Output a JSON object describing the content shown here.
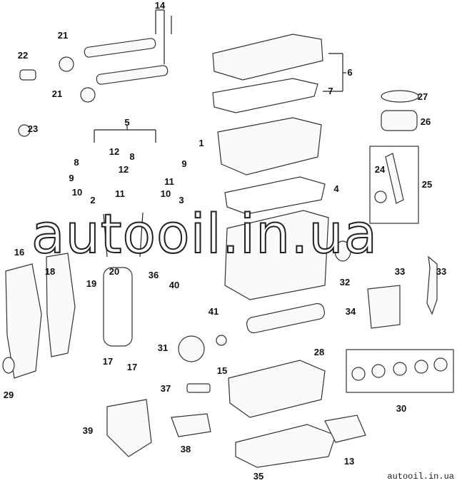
{
  "diagram": {
    "callouts": [
      "14",
      "21",
      "22",
      "21",
      "6",
      "7",
      "27",
      "26",
      "23",
      "5",
      "1",
      "8",
      "12",
      "8",
      "9",
      "12",
      "9",
      "11",
      "10",
      "11",
      "10",
      "4",
      "24",
      "25",
      "2",
      "3",
      "18",
      "16",
      "20",
      "33",
      "33",
      "19",
      "36",
      "40",
      "32",
      "41",
      "34",
      "31",
      "15",
      "28",
      "17",
      "17",
      "29",
      "30",
      "37",
      "39",
      "38",
      "35",
      "13"
    ],
    "watermark": "autooil.in.ua",
    "footer_watermark": "autooil.in.ua"
  }
}
